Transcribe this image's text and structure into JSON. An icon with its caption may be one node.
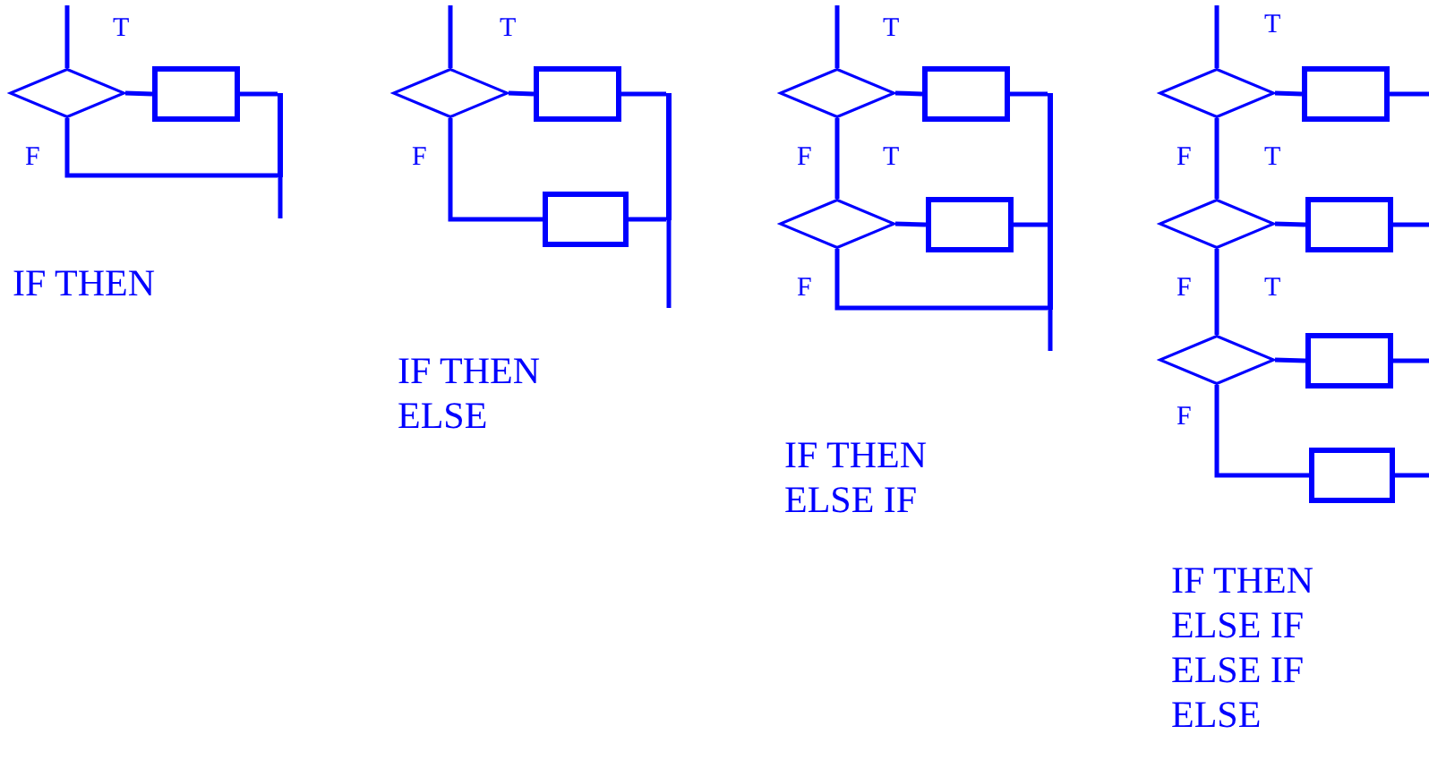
{
  "diagram": {
    "nodes": [
      {
        "text": [],
        "shape": "diamond"
      },
      {
        "text": [],
        "shape": "box"
      },
      {
        "text": [],
        "shape": "bar"
      },
      {
        "text": [],
        "shape": "diamond"
      },
      {
        "text": [],
        "shape": "box"
      },
      {
        "text": [],
        "shape": "box"
      },
      {
        "text": [],
        "shape": "bar"
      },
      {
        "text": [],
        "shape": "diamond"
      },
      {
        "text": [],
        "shape": "box"
      },
      {
        "text": [],
        "shape": "diamond"
      },
      {
        "text": [],
        "shape": "box"
      },
      {
        "text": [],
        "shape": "bar"
      },
      {
        "text": [],
        "shape": "diamond"
      },
      {
        "text": [],
        "shape": "box"
      },
      {
        "text": [],
        "shape": "diamond"
      },
      {
        "text": [],
        "shape": "box"
      },
      {
        "text": [],
        "shape": "diamond"
      },
      {
        "text": [],
        "shape": "box"
      },
      {
        "text": [],
        "shape": "box"
      }
    ],
    "edges": [
      {
        "from": null,
        "to": 0,
        "arrow": "none"
      },
      {
        "from": 0,
        "to": 1,
        "arrow": "none",
        "label": "T"
      },
      {
        "from": 1,
        "to": 2,
        "arrow": "none"
      },
      {
        "from": 0,
        "to": 2,
        "arrow": "none",
        "label": "F"
      },
      {
        "from": 2,
        "to": null,
        "arrow": "none"
      },
      {
        "from": null,
        "to": 3,
        "arrow": "none"
      },
      {
        "from": 3,
        "to": 4,
        "arrow": "none",
        "label": "T"
      },
      {
        "from": 4,
        "to": 6,
        "arrow": "none"
      },
      {
        "from": 3,
        "to": 5,
        "arrow": "none",
        "label": "F"
      },
      {
        "from": 5,
        "to": 6,
        "arrow": "none"
      },
      {
        "from": 6,
        "to": null,
        "arrow": "none"
      },
      {
        "from": null,
        "to": 7,
        "arrow": "none"
      },
      {
        "from": 7,
        "to": 8,
        "arrow": "none",
        "label": "T"
      },
      {
        "from": 8,
        "to": 11,
        "arrow": "none"
      },
      {
        "from": 7,
        "to": 9,
        "arrow": "none",
        "label": "F"
      },
      {
        "from": 9,
        "to": 10,
        "arrow": "none",
        "label": "T"
      },
      {
        "from": 10,
        "to": 11,
        "arrow": "none"
      },
      {
        "from": 9,
        "to": 11,
        "arrow": "none",
        "label": "F"
      },
      {
        "from": 11,
        "to": null,
        "arrow": "none"
      },
      {
        "from": null,
        "to": 12,
        "arrow": "none"
      },
      {
        "from": 12,
        "to": 13,
        "arrow": "none",
        "label": "T"
      },
      {
        "from": 13,
        "to": null,
        "arrow": "none"
      },
      {
        "from": 12,
        "to": 14,
        "arrow": "none",
        "label": "F"
      },
      {
        "from": 14,
        "to": 15,
        "arrow": "none",
        "label": "T"
      },
      {
        "from": 15,
        "to": null,
        "arrow": "none"
      },
      {
        "from": 14,
        "to": 16,
        "arrow": "none",
        "label": "F"
      },
      {
        "from": 16,
        "to": 17,
        "arrow": "none",
        "label": "T"
      },
      {
        "from": 17,
        "to": null,
        "arrow": "none"
      },
      {
        "from": 16,
        "to": 18,
        "arrow": "none",
        "label": "F"
      },
      {
        "from": 18,
        "to": null,
        "arrow": "none"
      }
    ],
    "labels": [
      "IF THEN",
      "IF THEN ELSE",
      "IF THEN ELSE IF",
      "IF THEN ELSE IF ELSE IF ELSE"
    ]
  }
}
